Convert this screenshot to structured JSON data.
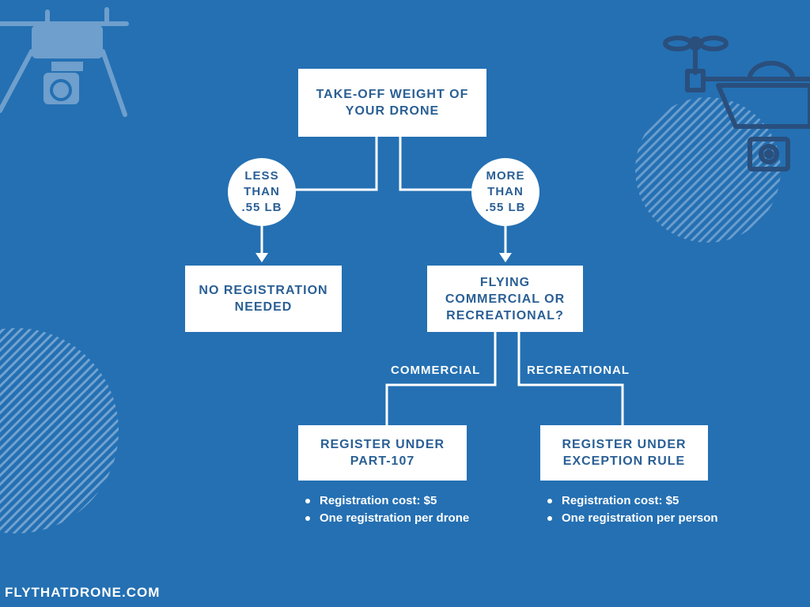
{
  "root": {
    "line1": "TAKE-OFF WEIGHT OF",
    "line2": "YOUR DRONE"
  },
  "left_branch": {
    "condition": [
      "LESS",
      "THAN",
      ".55 LB"
    ],
    "outcome": [
      "NO REGISTRATION",
      "NEEDED"
    ]
  },
  "right_branch": {
    "condition": [
      "MORE",
      "THAN",
      ".55 LB"
    ],
    "question": [
      "FLYING",
      "COMMERCIAL OR",
      "RECREATIONAL?"
    ]
  },
  "commercial": {
    "label": "COMMERCIAL",
    "box": [
      "REGISTER UNDER",
      "PART-107"
    ],
    "bullets": [
      "Registration cost: $5",
      "One registration per drone"
    ]
  },
  "recreational": {
    "label": "RECREATIONAL",
    "box": [
      "REGISTER UNDER",
      "EXCEPTION RULE"
    ],
    "bullets": [
      "Registration cost: $5",
      "One registration per person"
    ]
  },
  "footer": "FLYTHATDRONE.COM",
  "colors": {
    "background": "#2470b3",
    "node_fill": "#ffffff",
    "node_text": "#2a5f95",
    "connector": "#ffffff",
    "decoration": "#6f9fcc"
  },
  "icons": [
    "drone-icon",
    "camera-drone-icon"
  ]
}
